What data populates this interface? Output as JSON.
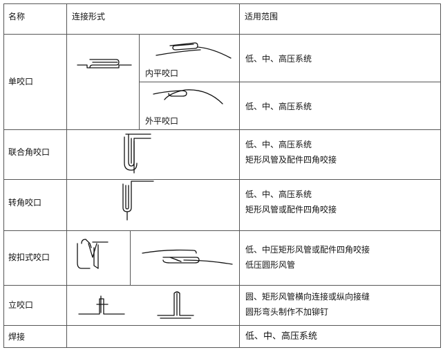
{
  "table": {
    "headers": [
      "名称",
      "连接形式",
      "适用范围"
    ],
    "rows": [
      {
        "name": "单咬口",
        "subs": [
          {
            "label": "内平咬口",
            "scope": [
              "低、中、高压系统"
            ]
          },
          {
            "label": "外平咬口",
            "scope": [
              "低、中、高压系统"
            ]
          }
        ]
      },
      {
        "name": "联合角咬口",
        "scope": [
          "低、中、高压系统",
          "矩形风管及配件四角咬接"
        ]
      },
      {
        "name": "转角咬口",
        "scope": [
          "低、中、高压系统",
          "矩形风管或配件四角咬接"
        ]
      },
      {
        "name": "按扣式咬口",
        "scope": [
          "低、中压矩形风管或配件四角咬接",
          "低压圆形风管"
        ]
      },
      {
        "name": "立咬口",
        "scope": [
          "圆、矩形风管横向连接或纵向接缝",
          "圆形弯头制作不加铆钉"
        ]
      },
      {
        "name": "焊接",
        "scope": [
          "低、中、高压系统"
        ]
      }
    ]
  }
}
